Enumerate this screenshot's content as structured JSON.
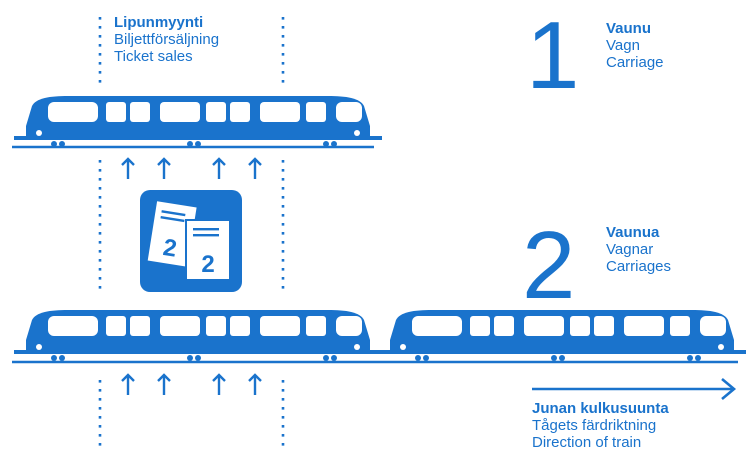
{
  "colors": {
    "primary": "#1a73cc",
    "dark": "#1668b8",
    "white": "#ffffff"
  },
  "ticket_sales": {
    "fi": "Lipunmyynti",
    "sv": "Biljettförsäljning",
    "en": "Ticket sales"
  },
  "section_one": {
    "number": "1",
    "fi": "Vaunu",
    "sv": "Vagn",
    "en": "Carriage"
  },
  "section_two": {
    "number": "2",
    "fi": "Vaunua",
    "sv": "Vagnar",
    "en": "Carriages"
  },
  "ticket_icon": {
    "name": "ticket-icon",
    "label_back": "2",
    "label_front": "2"
  },
  "direction": {
    "fi": "Junan kulkusuunta",
    "sv": "Tågets färdriktning",
    "en": "Direction of train"
  },
  "icons": {
    "train": "train-icon",
    "arrow_up": "arrow-up-icon",
    "arrow_right": "arrow-right-icon"
  }
}
